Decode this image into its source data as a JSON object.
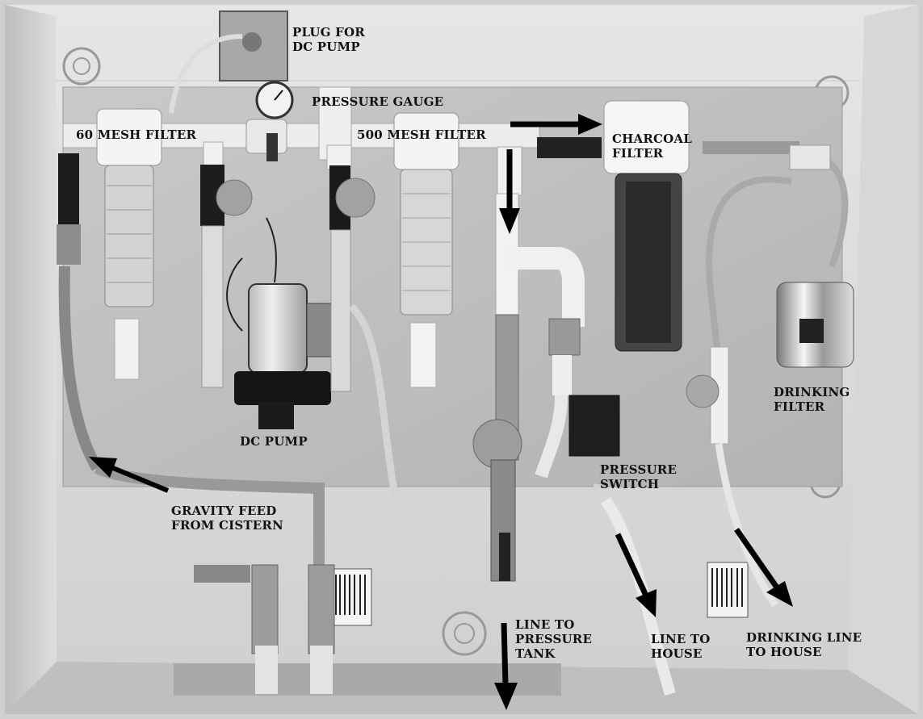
{
  "labels": {
    "plug": [
      "PLUG FOR",
      "DC PUMP"
    ],
    "pressure_gauge": "PRESSURE GAUGE",
    "mesh60": "60 MESH FILTER",
    "mesh500": "500 MESH FILTER",
    "charcoal": [
      "CHARCOAL",
      "FILTER"
    ],
    "dc_pump": "DC PUMP",
    "drinking_filter": [
      "DRINKING",
      "FILTER"
    ],
    "pressure_switch": [
      "PRESSURE",
      "SWITCH"
    ],
    "gravity_feed": [
      "GRAVITY FEED",
      "FROM CISTERN"
    ],
    "line_pressure_tank": [
      "LINE TO",
      "PRESSURE",
      "TANK"
    ],
    "line_house": [
      "LINE TO",
      "HOUSE"
    ],
    "drinking_line": [
      "DRINKING LINE",
      "TO HOUSE"
    ]
  },
  "colors": {
    "label_text": "#111111",
    "arrow": "#000000",
    "board": "#bdbdbd",
    "wall": "#d9d9d9",
    "frame": "#c8c8c8"
  }
}
